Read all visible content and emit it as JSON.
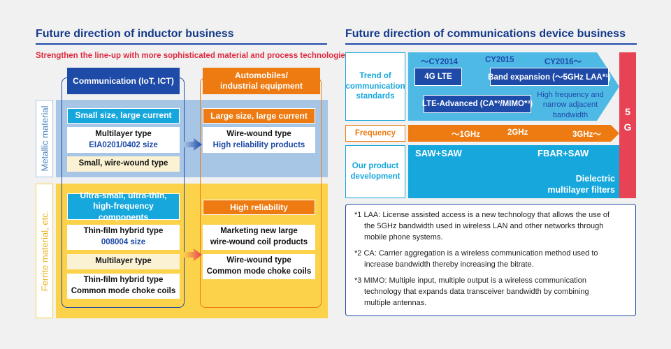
{
  "left": {
    "title": "Future direction of inductor business",
    "subtitle": "Strengthen the line-up with more sophisticated material and process technologies.",
    "col_comm": "Communication (IoT, ICT)",
    "col_auto_l1": "Automobiles/",
    "col_auto_l2": "industrial equipment",
    "side_metal": "Metallic material",
    "side_ferrite": "Ferrite material, etc.",
    "metal_comm_label": "Small size, large current",
    "metal_comm_box1_l1": "Multilayer type",
    "metal_comm_box1_l2": "EIA0201/0402 size",
    "metal_comm_box2": "Small, wire-wound type",
    "metal_auto_label": "Large size, large current",
    "metal_auto_box1_l1": "Wire-wound type",
    "metal_auto_box1_l2": "High reliability products",
    "ferr_comm_label_l1": "Ultra-small, ultra-thin,",
    "ferr_comm_label_l2": "high-frequency components",
    "ferr_comm_box1_l1": "Thin-film hybrid type",
    "ferr_comm_box1_l2": "008004 size",
    "ferr_comm_box2": "Multilayer type",
    "ferr_comm_box3_l1": "Thin-film hybrid type",
    "ferr_comm_box3_l2": "Common mode choke coils",
    "ferr_auto_label": "High reliability",
    "ferr_auto_box1_l1": "Marketing new large",
    "ferr_auto_box1_l2": "wire-wound coil products",
    "ferr_auto_box2_l1": "Wire-wound type",
    "ferr_auto_box2_l2": "Common mode choke coils"
  },
  "right": {
    "title": "Future direction of communications device business",
    "row_trend_l1": "Trend of",
    "row_trend_l2": "communication",
    "row_trend_l3": "standards",
    "cy2014": "～CY2014",
    "cy2015": "CY2015",
    "cy2016": "CY2016～",
    "lte4g": "4G LTE",
    "band_exp": "Band expansion (～5GHz LAA*¹)",
    "lte_adv": "LTE-Advanced (CA*²/MIMO*³)",
    "hf_l1": "High frequency and",
    "hf_l2": "narrow adjacent",
    "hf_l3": "bandwidth",
    "row_freq": "Frequency",
    "f1": "～1GHz",
    "f2": "2GHz",
    "f3": "3GHz～",
    "row_prod_l1": "Our product",
    "row_prod_l2": "development",
    "saw": "SAW+SAW",
    "fbar": "FBAR+SAW",
    "diel_l1": "Dielectric",
    "diel_l2": "multilayer filters",
    "g5_a": "5",
    "g5_b": "G",
    "notes": [
      {
        "l1": "*1 LAA: License assisted access is a new technology that allows the use of",
        "l2": "the 5GHz bandwidth used in wireless LAN and other networks through",
        "l3": "mobile phone systems."
      },
      {
        "l1": "*2 CA: Carrier aggregation is a wireless communication method used to",
        "l2": "increase bandwidth thereby increasing the bitrate.",
        "l3": ""
      },
      {
        "l1": "*3 MIMO: Multiple input, multiple output is a wireless communication",
        "l2": "technology that expands data transceiver bandwidth by combining",
        "l3": "multiple antennas."
      }
    ]
  },
  "colors": {
    "navy": "#1e4aa8",
    "teal": "#16a7dd",
    "orange": "#ee7b12",
    "red": "#e84255",
    "light_blue": "#a7c6e6",
    "yellow": "#fbd24a"
  }
}
